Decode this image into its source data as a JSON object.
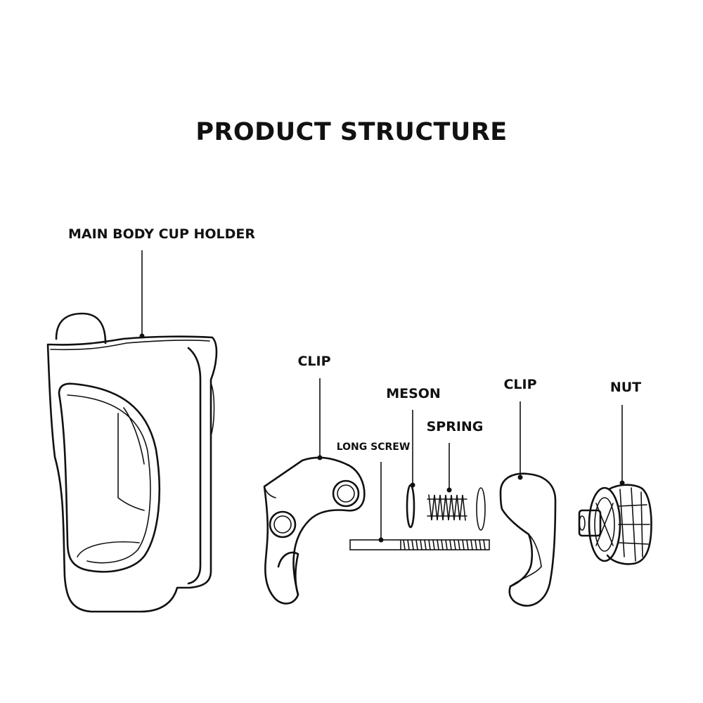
{
  "diagram": {
    "title": "PRODUCT STRUCTURE",
    "labels": {
      "main_body": "MAIN BODY CUP HOLDER",
      "clip_left": "CLIP",
      "meson": "MESON",
      "spring": "SPRING",
      "long_screw": "LONG SCREW",
      "clip_right": "CLIP",
      "nut": "NUT"
    }
  },
  "colors": {
    "background": "#ffffff",
    "line": "#111111"
  }
}
